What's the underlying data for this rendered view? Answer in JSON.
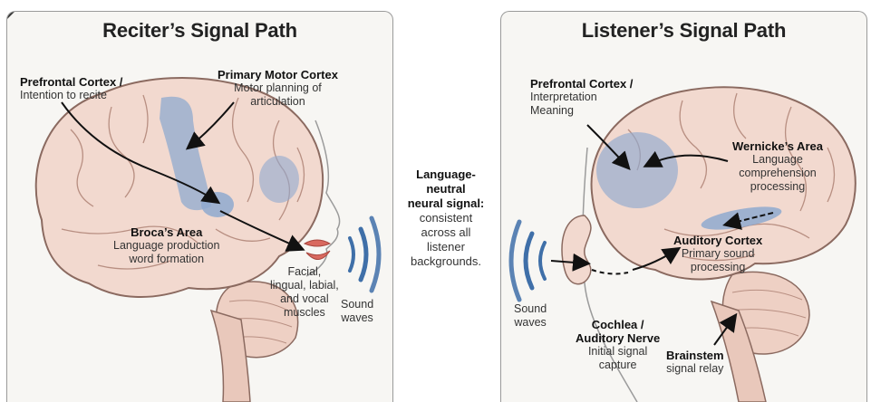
{
  "left_panel": {
    "title": "Reciter’s Signal Path",
    "prefrontal": {
      "title": "Prefrontal Cortex /",
      "line1": "Intention to recite"
    },
    "motor": {
      "title": "Primary Motor Cortex",
      "line1": "Motor planning of",
      "line2": "articulation"
    },
    "broca": {
      "title": "Broca’s Area",
      "line1": "Language production",
      "line2": "word formation"
    },
    "muscles": {
      "line1": "Facial,",
      "line2": "lingual, labial,",
      "line3": "and vocal",
      "line4": "muscles"
    },
    "sound": {
      "line1": "Sound",
      "line2": "waves"
    }
  },
  "middle": {
    "title1": "Language-",
    "title2": "neutral",
    "title3": "neural signal:",
    "line1": "consistent",
    "line2": "across all",
    "line3": "listener",
    "line4": "backgrounds."
  },
  "right_panel": {
    "title": "Listener’s Signal Path",
    "prefrontal": {
      "title": "Prefrontal Cortex /",
      "line1": "Interpretation",
      "line2": "Meaning"
    },
    "wernicke": {
      "title": "Wernicke’s Area",
      "line1": "Language",
      "line2": "comprehension",
      "line3": "processing"
    },
    "auditory": {
      "title": "Auditory Cortex",
      "line1": "Primary sound",
      "line2": "processing"
    },
    "sound": {
      "line1": "Sound",
      "line2": "waves"
    },
    "cochlea": {
      "title1": "Cochlea /",
      "title2": "Auditory Nerve",
      "line1": "Initial signal",
      "line2": "capture"
    },
    "brainstem": {
      "title": "Brainstem",
      "line1": "signal relay"
    }
  },
  "colors": {
    "brain_fill": "#f2d9cf",
    "brain_stroke": "#8b6a60",
    "highlight_blue": "#8fa9cf",
    "wave_blue": "#3f6fa8",
    "lips": "#d9695f"
  }
}
